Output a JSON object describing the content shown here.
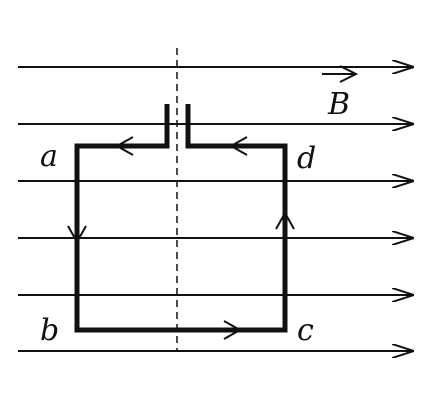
{
  "labels": {
    "field": "B",
    "a": "a",
    "b": "b",
    "c": "c",
    "d": "d"
  },
  "colors": {
    "ink": "#111111",
    "background": "#ffffff"
  },
  "field": {
    "line_count": 6,
    "direction": "right"
  },
  "loop": {
    "shape": "square",
    "current_direction": "a-b-c-d",
    "axis": "vertical dashed"
  }
}
